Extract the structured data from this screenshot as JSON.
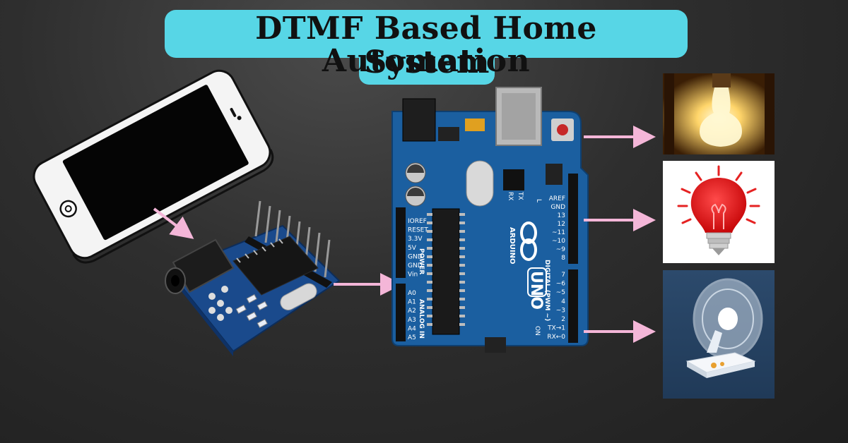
{
  "title": {
    "line1": "DTMF Based Home Automation",
    "line2": "System"
  },
  "arduino": {
    "brand": "ARDUINO",
    "model": "UNO",
    "power_header_label": "POWER",
    "analog_header_label": "ANALOG IN",
    "digital_header_label": "DIGITAL (PWM ~)",
    "power_pins": [
      "IOREF",
      "RESET",
      "3.3V",
      "5V",
      "GND",
      "GND",
      "Vin"
    ],
    "analog_pins": [
      "A0",
      "A1",
      "A2",
      "A3",
      "A4",
      "A5"
    ],
    "digital_pins_top": [
      "AREF",
      "GND",
      "13",
      "12",
      "~11",
      "~10",
      "~9",
      "8"
    ],
    "digital_pins_bottom": [
      "7",
      "~6",
      "~5",
      "4",
      "~3",
      "2",
      "TX→1",
      "RX←0"
    ],
    "led_labels": [
      "RX",
      "TX",
      "L"
    ],
    "on_label": "ON"
  },
  "devices": [
    "light-bulb",
    "red-bulb",
    "fan"
  ],
  "colors": {
    "title_bg": "#57d6e6",
    "arrow": "#f4b6d8",
    "board": "#1b5fa0",
    "module": "#1a4a8c"
  }
}
